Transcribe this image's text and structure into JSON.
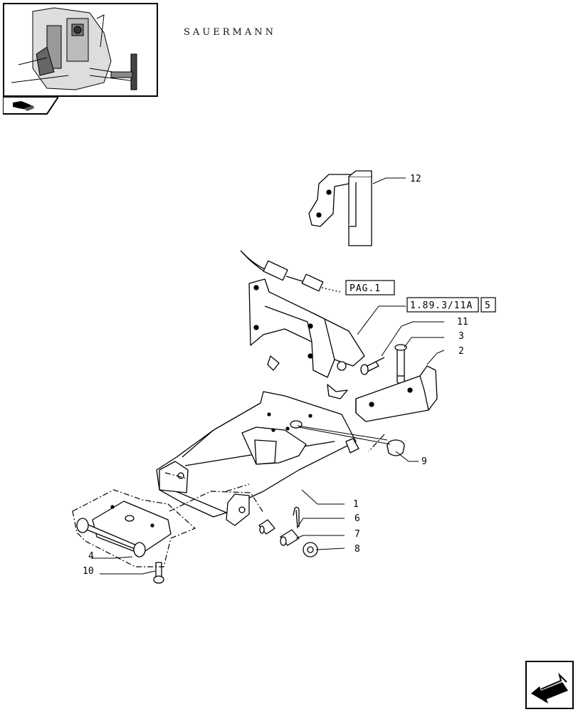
{
  "header": {
    "brand": "SAUERMANN"
  },
  "references": {
    "page_ref": "PAG.1",
    "section_ref": "1.89.3/11A",
    "section_sub": "5"
  },
  "callouts": {
    "c1": "1",
    "c2": "2",
    "c3": "3",
    "c4": "4",
    "c6": "6",
    "c7": "7",
    "c8": "8",
    "c9": "9",
    "c10": "10",
    "c11": "11",
    "c12": "12"
  },
  "icons": {
    "thumbnail": "tractor-thumbnail-icon",
    "tab": "book-tab-icon",
    "next": "next-page-arrow-icon"
  }
}
